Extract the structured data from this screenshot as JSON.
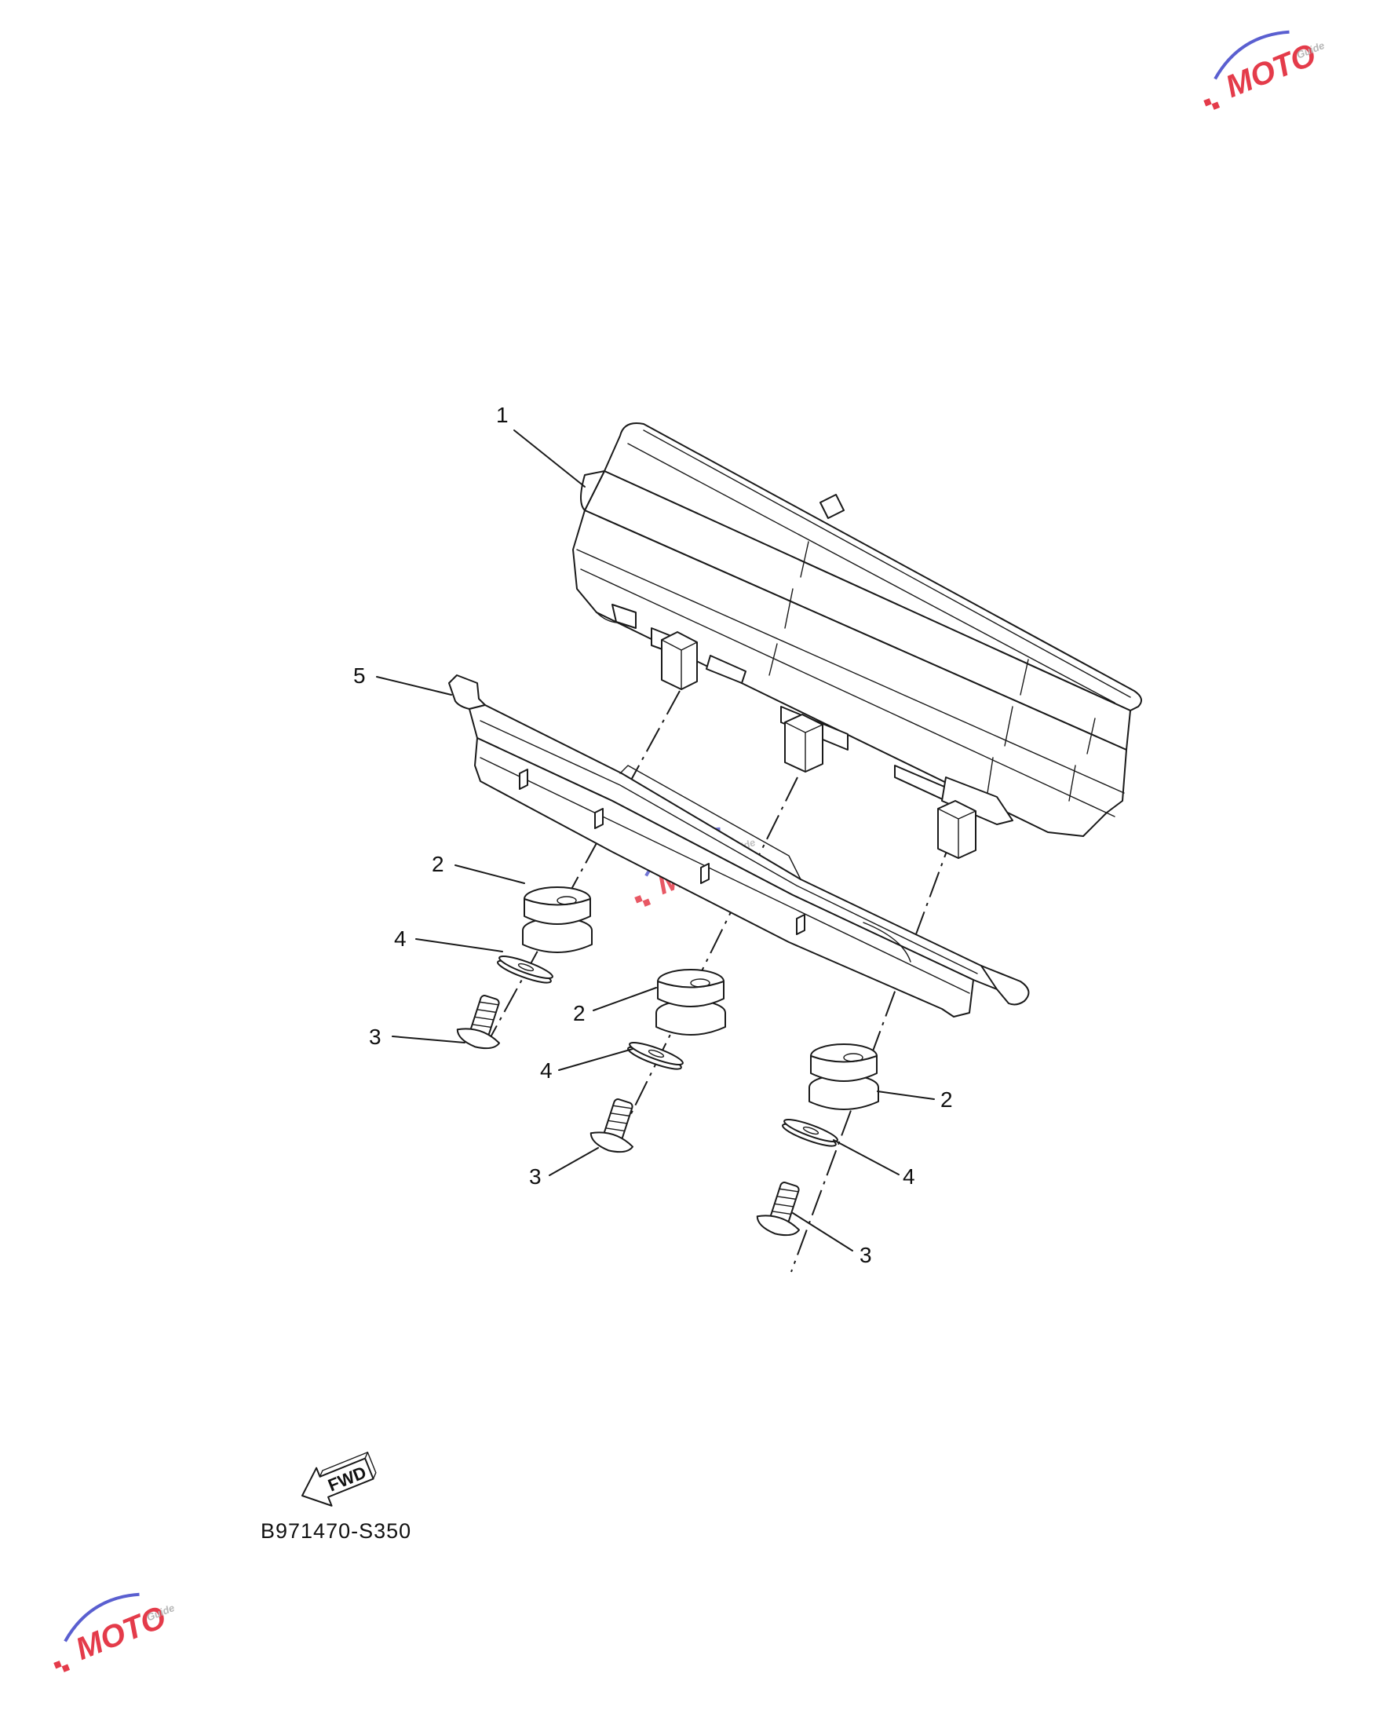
{
  "diagram": {
    "callouts": [
      {
        "id": "c1",
        "label": "1"
      },
      {
        "id": "c5",
        "label": "5"
      },
      {
        "id": "c2a",
        "label": "2"
      },
      {
        "id": "c4a",
        "label": "4"
      },
      {
        "id": "c3a",
        "label": "3"
      },
      {
        "id": "c2b",
        "label": "2"
      },
      {
        "id": "c4b",
        "label": "4"
      },
      {
        "id": "c3b",
        "label": "3"
      },
      {
        "id": "c2c",
        "label": "2"
      },
      {
        "id": "c4c",
        "label": "4"
      },
      {
        "id": "c3c",
        "label": "3"
      }
    ],
    "fwd_label": "FWD",
    "drawing_code": "B971470-S350"
  },
  "watermark": {
    "brand": "MOTO",
    "sub": "Guide",
    "colors": {
      "red": "#e43b4a",
      "blue": "#5a5fd0"
    }
  }
}
